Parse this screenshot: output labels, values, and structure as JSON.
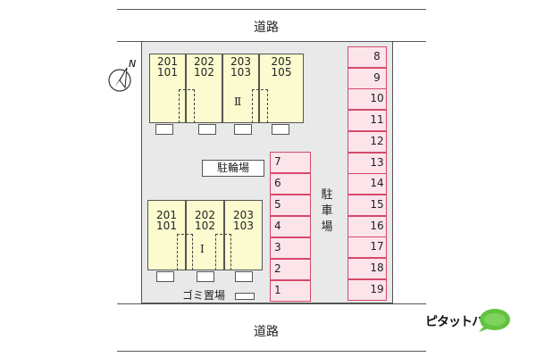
{
  "roads": {
    "top_label": "道路",
    "bottom_label": "道路"
  },
  "compass": {
    "label": "N"
  },
  "building_top": {
    "label": "Ⅱ",
    "units": [
      {
        "upper": "201",
        "lower": "101"
      },
      {
        "upper": "202",
        "lower": "102"
      },
      {
        "upper": "203",
        "lower": "103"
      },
      {
        "upper": "205",
        "lower": "105"
      }
    ]
  },
  "building_bottom": {
    "label": "Ⅰ",
    "units": [
      {
        "upper": "201",
        "lower": "101"
      },
      {
        "upper": "202",
        "lower": "102"
      },
      {
        "upper": "203",
        "lower": "103"
      }
    ]
  },
  "bicycle_parking": {
    "label": "駐輪場"
  },
  "parking": {
    "label_chars": [
      "駐",
      "車",
      "場"
    ],
    "left_column": [
      "7",
      "6",
      "5",
      "4",
      "3",
      "2",
      "1"
    ],
    "right_column": [
      "8",
      "9",
      "10",
      "11",
      "12",
      "13",
      "14",
      "15",
      "16",
      "17",
      "18",
      "19"
    ],
    "slot_color": "#fbe4ea",
    "slot_border_color": "#d44a6a"
  },
  "trash": {
    "label": "ゴミ置場"
  },
  "brand": {
    "name": "ピタットハウス",
    "logo_color": "#62c340",
    "logo_icon": "speech-bubble-icon"
  },
  "colors": {
    "unit_fill": "#fbfbcf",
    "site_fill": "#e9e9e9"
  }
}
